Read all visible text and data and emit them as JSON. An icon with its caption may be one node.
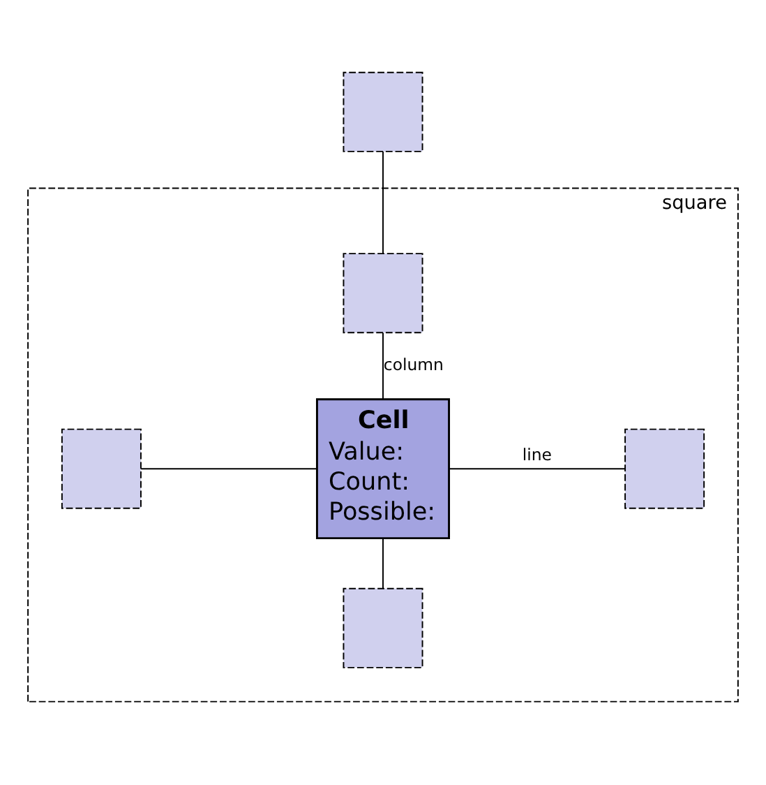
{
  "diagram": {
    "nodes": [
      {
        "text": [],
        "shape": "box"
      },
      {
        "text": [
          "square"
        ]
      },
      {
        "text": [],
        "shape": "box",
        "in": 1
      },
      {
        "text": [
          "Cell",
          "Value:",
          "Count:",
          "Possible:"
        ],
        "in": 1
      },
      {
        "text": [],
        "shape": "box",
        "in": 1
      },
      {
        "text": [],
        "shape": "box",
        "in": 1
      },
      {
        "text": [],
        "shape": "box",
        "in": 1
      }
    ],
    "edges": [
      {
        "from": 0,
        "to": 2,
        "arrow": "none"
      },
      {
        "from": 2,
        "to": 3,
        "arrow": "none",
        "label": "column"
      },
      {
        "from": 4,
        "to": 3,
        "arrow": "none"
      },
      {
        "from": 3,
        "to": 5,
        "arrow": "none",
        "label": "line"
      },
      {
        "from": 3,
        "to": 6,
        "arrow": "none"
      }
    ]
  }
}
